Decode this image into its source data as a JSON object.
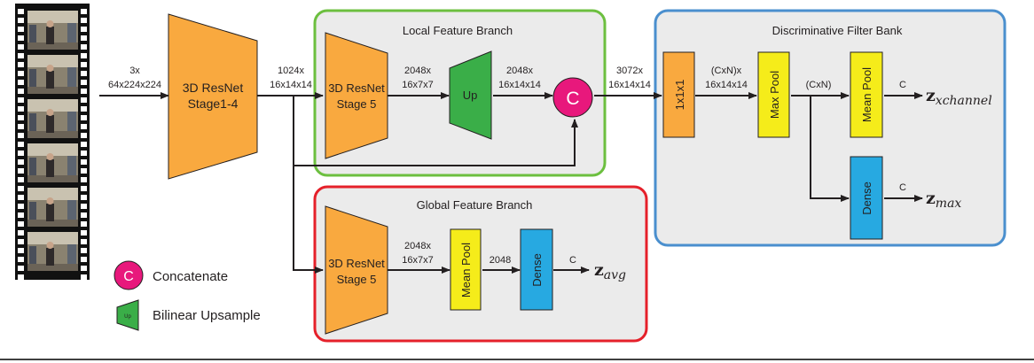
{
  "diagram": {
    "input_dims": {
      "l1": "3x",
      "l2": "64x224x224"
    },
    "stage14": {
      "l1": "3D ResNet",
      "l2": "Stage1-4"
    },
    "stage14_out": {
      "l1": "1024x",
      "l2": "16x14x14"
    },
    "local_branch": {
      "title": "Local Feature Branch",
      "stage5": {
        "l1": "3D ResNet",
        "l2": "Stage 5"
      },
      "dims_a": {
        "l1": "2048x",
        "l2": "16x7x7"
      },
      "up": "Up",
      "dims_b": {
        "l1": "2048x",
        "l2": "16x14x14"
      },
      "concat": "C"
    },
    "concat_out": {
      "l1": "3072x",
      "l2": "16x14x14"
    },
    "global_branch": {
      "title": "Global Feature Branch",
      "stage5": {
        "l1": "3D ResNet",
        "l2": "Stage 5"
      },
      "dims_a": {
        "l1": "2048x",
        "l2": "16x7x7"
      },
      "mean_pool": "Mean Pool",
      "dims_b": "2048",
      "dense": "Dense",
      "dims_c": "C",
      "output": {
        "main": "z",
        "sub": "avg"
      }
    },
    "filter_bank": {
      "title": "Discriminative Filter Bank",
      "conv": "1x1x1",
      "dims_a": {
        "l1": "(CxN)x",
        "l2": "16x14x14"
      },
      "max_pool": "Max Pool",
      "dims_b": "(CxN)",
      "mean_pool": "Mean Pool",
      "dims_c": "C",
      "out_channel": {
        "main": "z",
        "sub": "xchannel"
      },
      "dense": "Dense",
      "dims_d": "C",
      "out_max": {
        "main": "z",
        "sub": "max"
      }
    },
    "legend": {
      "concat_symbol": "C",
      "concat_label": "Concatenate",
      "up_symbol": "Up",
      "up_label": "Bilinear Upsample"
    },
    "colors": {
      "orange": "#f9a93f",
      "green_up": "#3aae48",
      "magenta": "#e8187c",
      "yellow": "#f5ec1a",
      "blue_dense": "#27a9e1",
      "panel_gray": "#ebebeb",
      "border_green": "#6cbf3f",
      "border_red": "#e5202a",
      "border_blue": "#4a8fce"
    }
  }
}
